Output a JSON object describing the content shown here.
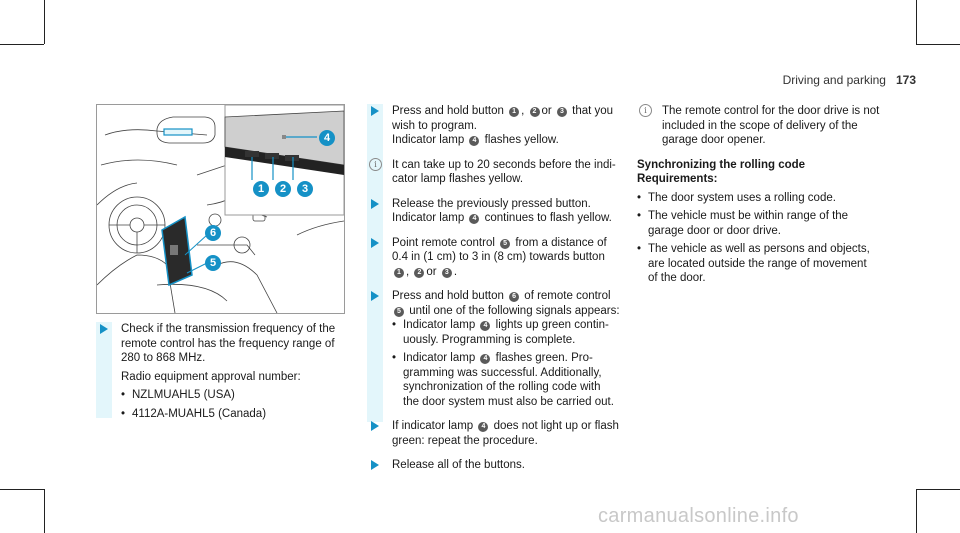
{
  "header": {
    "section": "Driving and parking",
    "page": "173"
  },
  "illustration": {
    "callouts": [
      "1",
      "2",
      "3",
      "4",
      "5",
      "6"
    ]
  },
  "col1": {
    "step1_lines": [
      "Check if the transmission frequency of the",
      "remote control has the frequency range of",
      "280 to 868 MHz."
    ],
    "approval_line": "Radio equipment approval number:",
    "approvals": [
      "NZLMUAHL5 (USA)",
      "4112A-MUAHL5 (Canada)"
    ]
  },
  "col2": {
    "s1_a1": "Press and hold button",
    "s1_n1": "1",
    "s1_sep1": ",",
    "s1_n2": "2",
    "s1_or": "or",
    "s1_n3": "3",
    "s1_a2": "that you",
    "s1_l2": "wish to program.",
    "s1_l3a": "Indicator lamp",
    "s1_l3n": "4",
    "s1_l3b": "flashes yellow.",
    "note1_lines": [
      "It can take up to 20 seconds before the indi-",
      "cator lamp flashes yellow."
    ],
    "s2_l1": "Release the previously pressed button.",
    "s2_l2a": "Indicator lamp",
    "s2_l2n": "4",
    "s2_l2b": "continues to flash yellow.",
    "s3_l1a": "Point remote control",
    "s3_l1n": "5",
    "s3_l1b": "from a distance of",
    "s3_l2": "0.4 in (1 cm) to 3 in (8 cm) towards button",
    "s3_n1": "1",
    "s3_sep": ",",
    "s3_n2": "2",
    "s3_or": "or",
    "s3_n3": "3",
    "s3_end": ".",
    "s4_l1a": "Press and hold button",
    "s4_l1n": "6",
    "s4_l1b": "of remote control",
    "s4_l2n": "5",
    "s4_l2b": "until one of the following signals appears:",
    "s4_b1a": "Indicator lamp",
    "s4_b1n": "4",
    "s4_b1b": "lights up green contin-",
    "s4_b1c": "uously. Programming is complete.",
    "s4_b2a": "Indicator lamp",
    "s4_b2n": "4",
    "s4_b2b": "flashes green. Pro-",
    "s4_b2c": [
      "gramming was successful. Additionally,",
      "synchronization of the rolling code with",
      "the door system must also be carried out."
    ],
    "s5_l1a": "If indicator lamp",
    "s5_l1n": "4",
    "s5_l1b": "does not light up or flash",
    "s5_l2": "green: repeat the procedure.",
    "s6_l1": "Release all of the buttons."
  },
  "col3": {
    "note_lines": [
      "The remote control for the door drive is not",
      "included in the scope of delivery of the",
      "garage door opener."
    ],
    "heading": "Synchronizing the rolling code",
    "req": "Requirements:",
    "reqs": [
      [
        "The door system uses a rolling code."
      ],
      [
        "The vehicle must be within range of the",
        "garage door or door drive."
      ],
      [
        "The vehicle as well as persons and objects,",
        "are located outside the range of movement",
        "of the door."
      ]
    ]
  },
  "watermark": "carmanualsonline.info"
}
